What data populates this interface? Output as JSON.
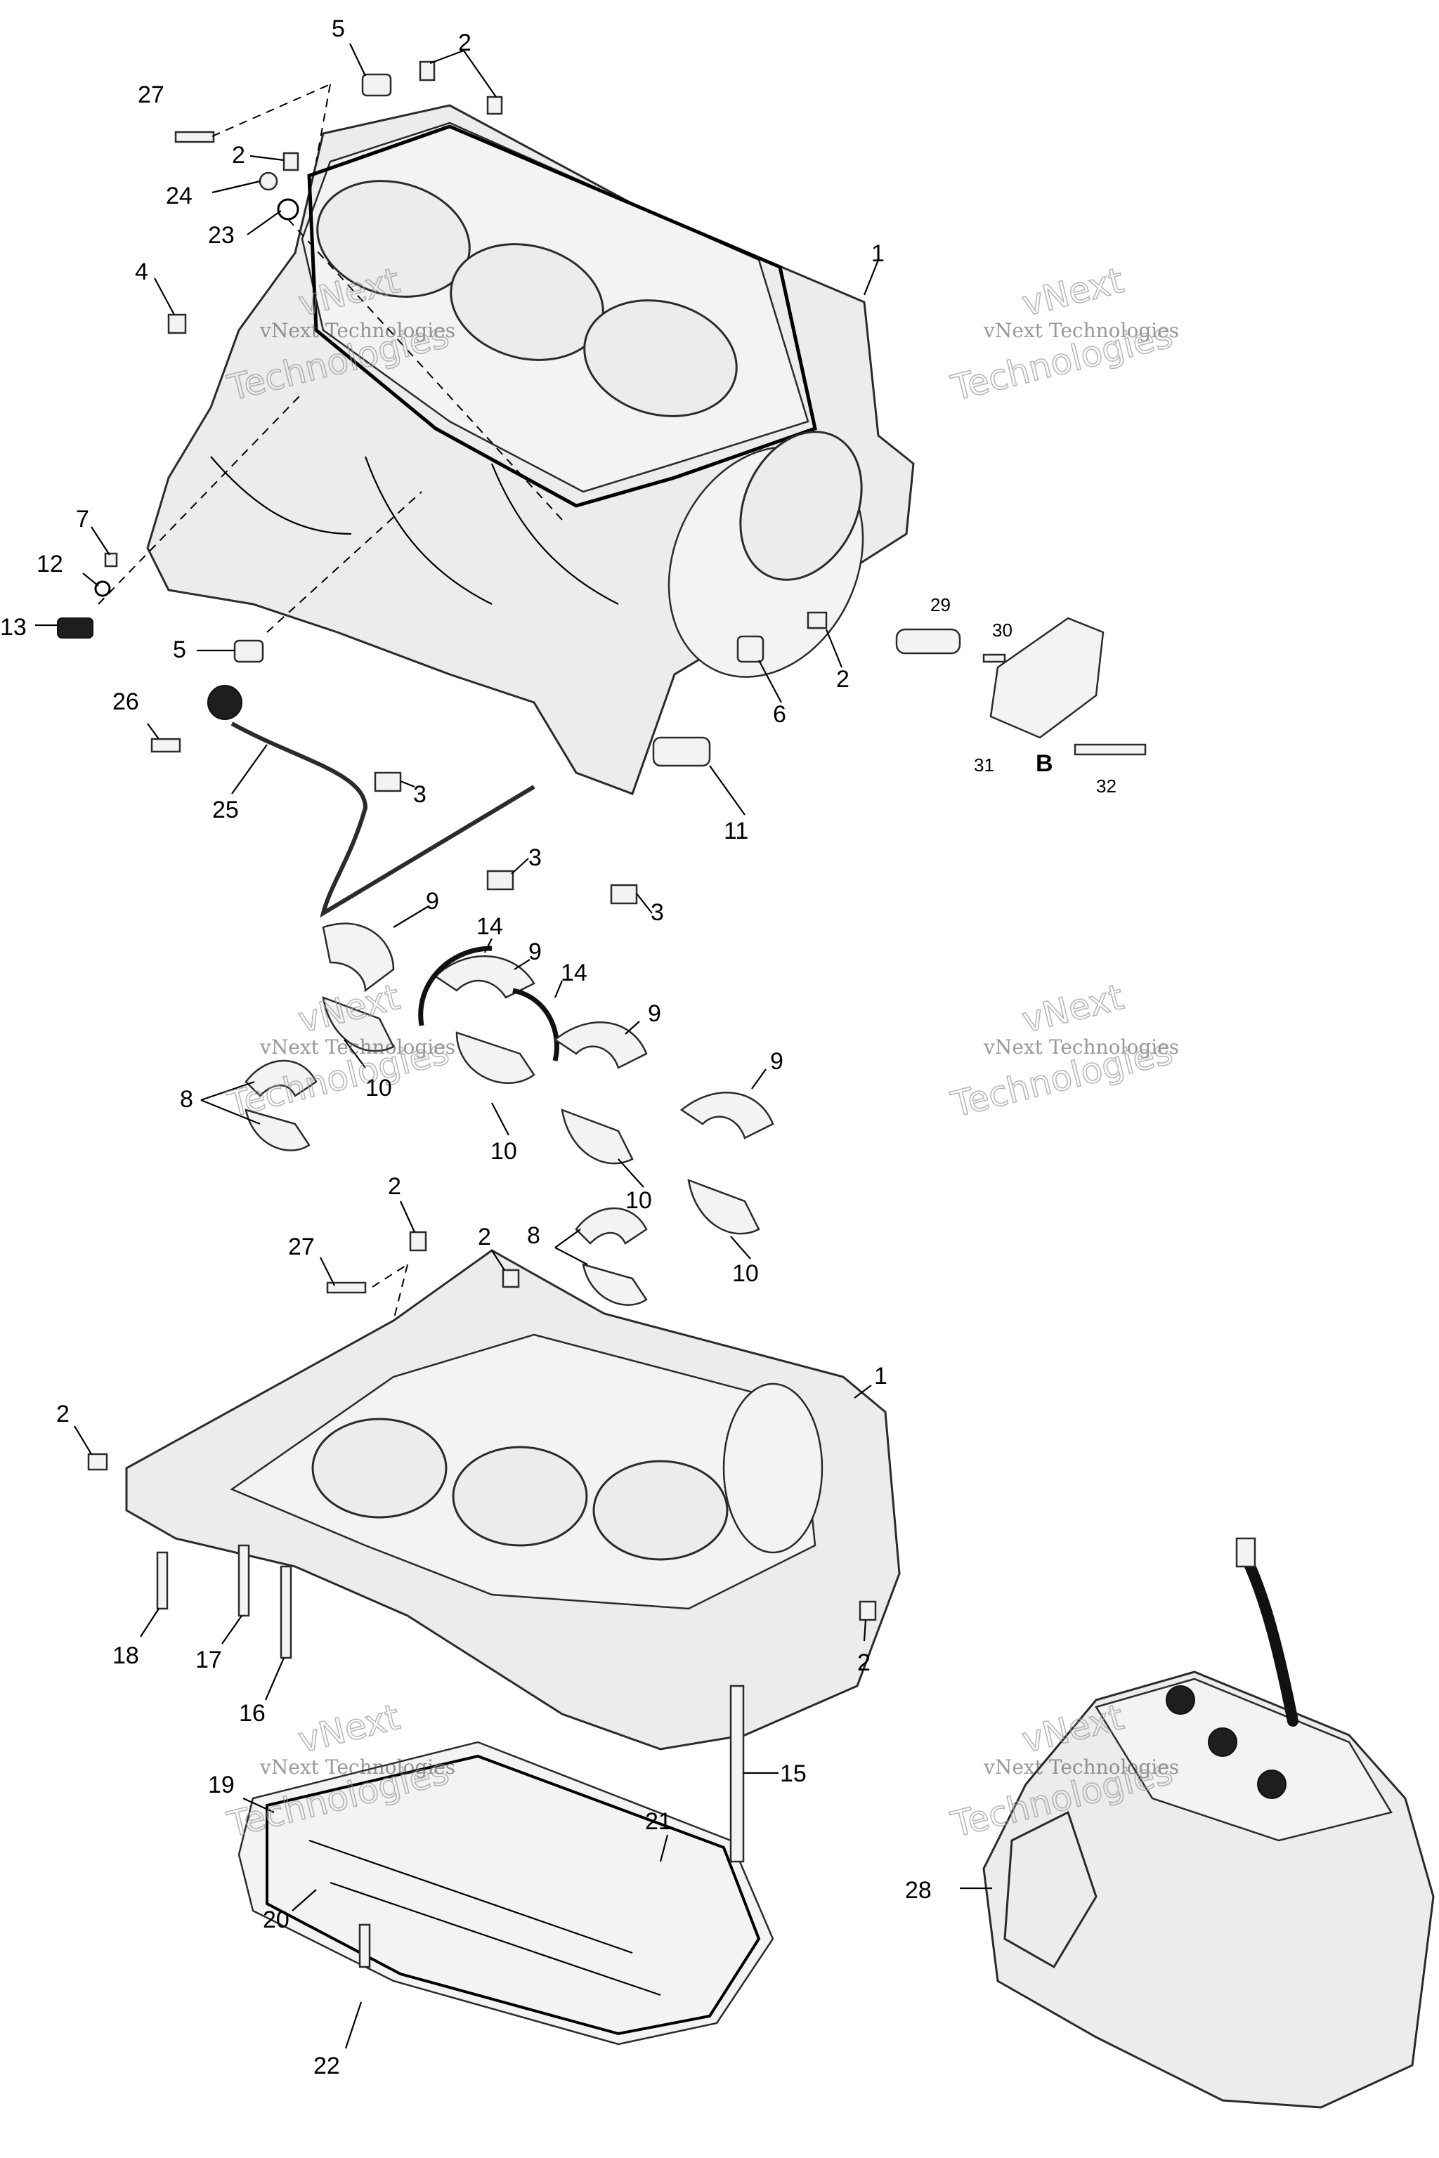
{
  "callouts": {
    "c_5_top": "5",
    "c_2_top": "2",
    "c_27_top": "27",
    "c_2_b": "2",
    "c_24": "24",
    "c_23": "23",
    "c_4": "4",
    "c_1_top": "1",
    "c_7": "7",
    "c_12": "12",
    "c_13": "13",
    "c_5_mid": "5",
    "c_29": "29",
    "c_30": "30",
    "c_2_c": "2",
    "c_6": "6",
    "c_26": "26",
    "c_31": "31",
    "c_32": "32",
    "c_b_mark": "B",
    "c_3_a": "3",
    "c_25": "25",
    "c_11": "11",
    "c_3_b": "3",
    "c_3_c": "3",
    "c_9_a": "9",
    "c_14_a": "14",
    "c_9_b": "9",
    "c_14_b": "14",
    "c_9_c": "9",
    "c_9_d": "9",
    "c_8_a": "8",
    "c_10_a": "10",
    "c_10_b": "10",
    "c_10_c": "10",
    "c_10_d": "10",
    "c_2_d": "2",
    "c_27_b": "27",
    "c_2_e": "2",
    "c_8_b": "8",
    "c_2_f": "2",
    "c_1_b": "1",
    "c_18": "18",
    "c_17": "17",
    "c_16": "16",
    "c_2_g": "2",
    "c_15": "15",
    "c_19": "19",
    "c_21": "21",
    "c_20": "20",
    "c_22": "22",
    "c_28": "28"
  },
  "watermarks": {
    "small_text": "vNext Technologies",
    "big_line1": "vNext",
    "big_line2": "Technologies"
  }
}
